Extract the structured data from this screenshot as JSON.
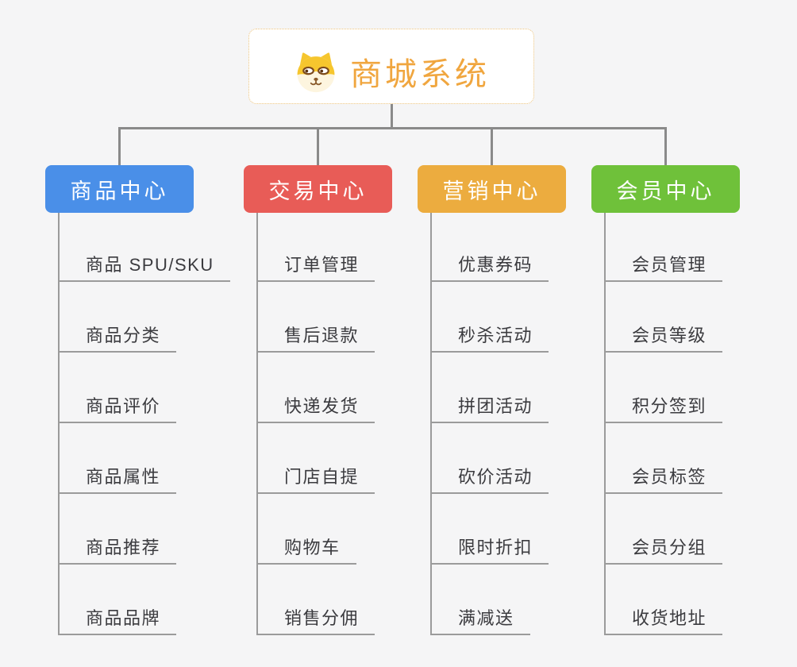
{
  "root": {
    "title": "商城系统",
    "icon": "shiba-dog-icon"
  },
  "branches": [
    {
      "label": "商品中心",
      "color": "#4A8FE8",
      "children": [
        "商品 SPU/SKU",
        "商品分类",
        "商品评价",
        "商品属性",
        "商品推荐",
        "商品品牌"
      ]
    },
    {
      "label": "交易中心",
      "color": "#E85C57",
      "children": [
        "订单管理",
        "售后退款",
        "快递发货",
        "门店自提",
        "购物车",
        "销售分佣"
      ]
    },
    {
      "label": "营销中心",
      "color": "#ECAC3F",
      "children": [
        "优惠券码",
        "秒杀活动",
        "拼团活动",
        "砍价活动",
        "限时折扣",
        "满减送"
      ]
    },
    {
      "label": "会员中心",
      "color": "#6FC13A",
      "children": [
        "会员管理",
        "会员等级",
        "积分签到",
        "会员标签",
        "会员分组",
        "收货地址"
      ]
    }
  ],
  "colors": {
    "background": "#F5F5F6",
    "connector": "#8A8A8A",
    "leaf_line": "#9B9B9B",
    "root_title": "#F0A63F",
    "root_border": "#ECC27C",
    "leaf_text": "#3B3B3F"
  }
}
